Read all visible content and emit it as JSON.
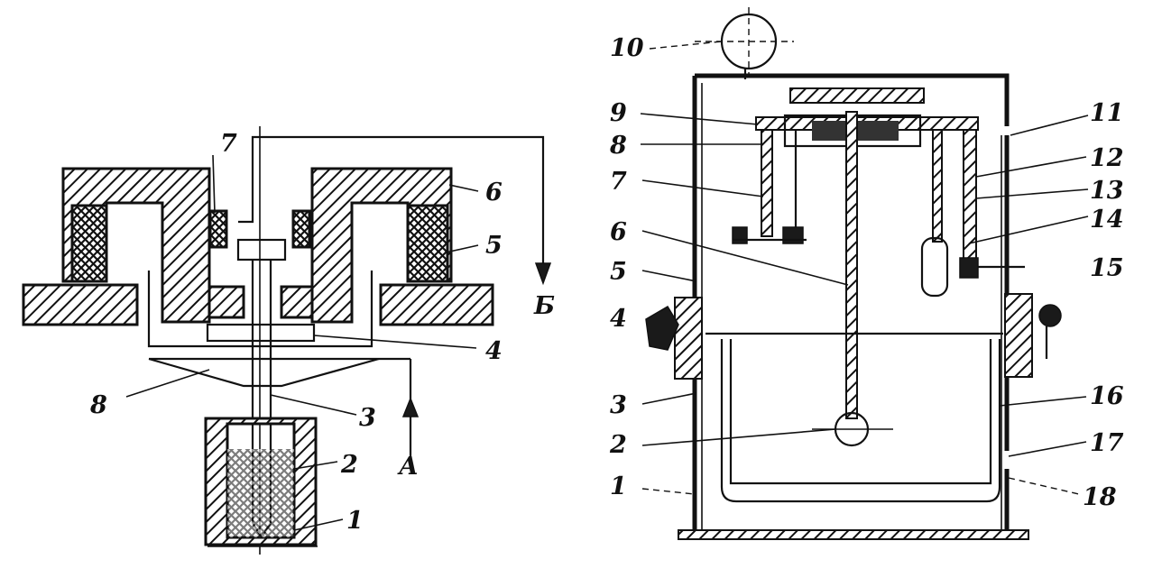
{
  "diagram_a": {
    "labels": [
      "1",
      "2",
      "3",
      "4",
      "5",
      "6",
      "7",
      "8"
    ],
    "flow_in": "А",
    "flow_out": "Б"
  },
  "diagram_b": {
    "labels": [
      "1",
      "2",
      "3",
      "4",
      "5",
      "6",
      "7",
      "8",
      "9",
      "10",
      "11",
      "12",
      "13",
      "14",
      "15",
      "16",
      "17",
      "18"
    ]
  }
}
